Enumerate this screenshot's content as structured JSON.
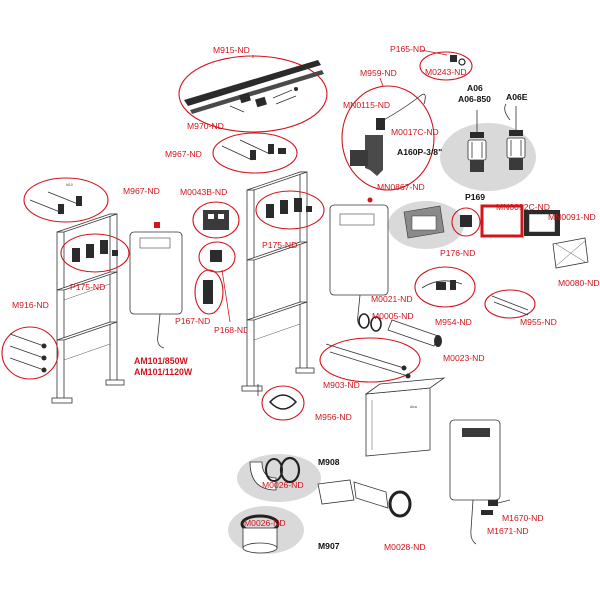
{
  "colors": {
    "accent": "#d2141c",
    "text": "#111111",
    "highlight_bg": "#d9d9d9"
  },
  "labels": {
    "m915": "M915-ND",
    "m970": "M970-ND",
    "p165": "P165-ND",
    "m0243": "M0243-ND",
    "m959": "M959-ND",
    "mn0115": "MN0115-ND",
    "m0017c": "M0017C-ND",
    "a160p": "A160P-3/8\"",
    "a06": "A06",
    "a06_850": "A06-850",
    "a06e": "A06E",
    "m967_top": "M967-ND",
    "m967_left": "M967-ND",
    "m0043b": "M0043B-ND",
    "p175_mid": "P175-ND",
    "mn0867": "MN0867-ND",
    "p169": "P169",
    "mn0092c": "MN0092C-ND",
    "mn0091": "MN0091-ND",
    "p176": "P176-ND",
    "m0080": "M0080-ND",
    "m916": "M916-ND",
    "p175_left": "P175-ND",
    "p167": "P167-ND",
    "p168": "P168-ND",
    "m0021": "M0021-ND",
    "m0005": "M0005-ND",
    "m954": "M954-ND",
    "m955": "M955-ND",
    "m0023": "M0023-ND",
    "model1": "AM101/850W",
    "model2": "AM101/1120W",
    "m903": "M903-ND",
    "m956": "M956-ND",
    "m908": "M908",
    "m0026_top": "M0026-ND",
    "m0026_bot": "M0026-ND",
    "m907": "M907",
    "m0028": "M0028-ND",
    "m1670": "M1670-ND",
    "m1671": "M1671-ND",
    "brand": "Alca"
  }
}
